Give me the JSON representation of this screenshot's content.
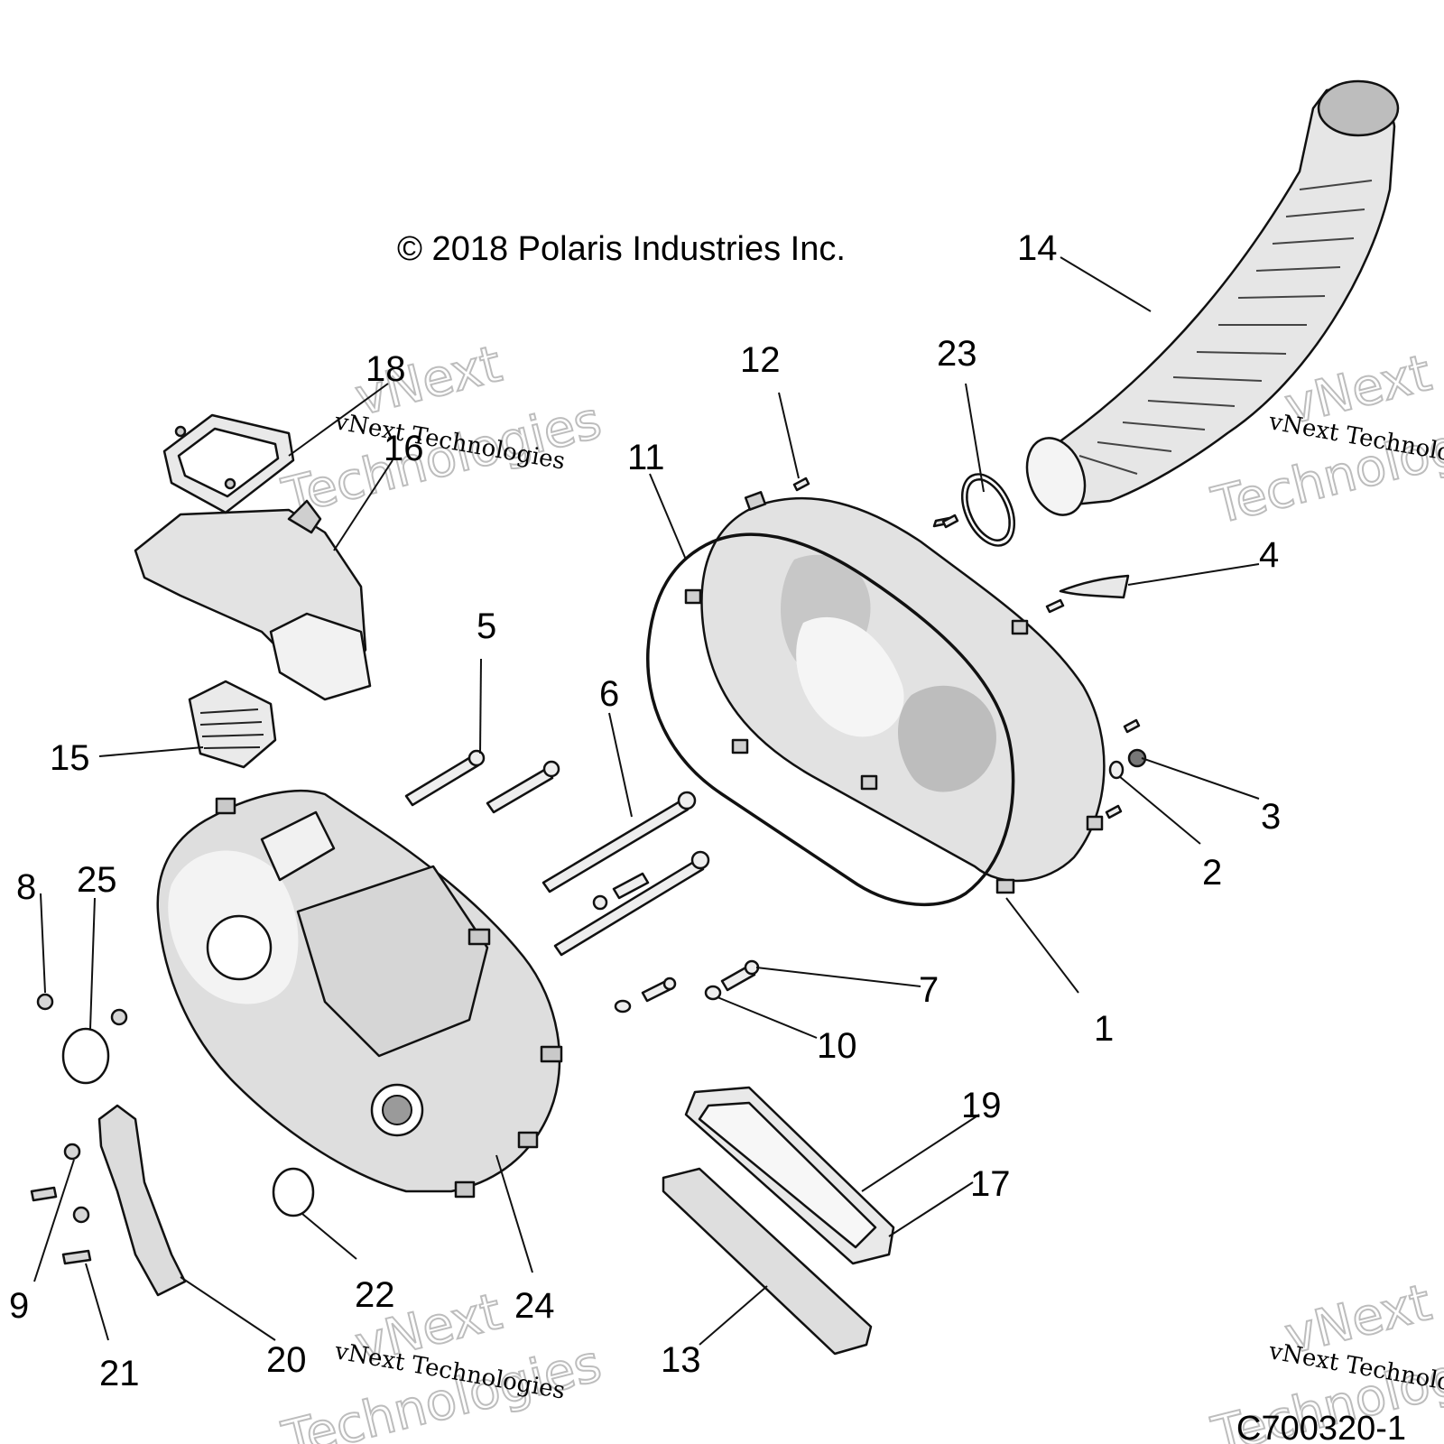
{
  "copyright": "© 2018 Polaris Industries Inc.",
  "part_number": "C700320-1",
  "watermark": {
    "line_small": "vNext Technologies",
    "line_brand": "vNext",
    "line_tech": "Technologies"
  },
  "callouts": [
    {
      "id": "c1",
      "label": "1"
    },
    {
      "id": "c2",
      "label": "2"
    },
    {
      "id": "c3",
      "label": "3"
    },
    {
      "id": "c4",
      "label": "4"
    },
    {
      "id": "c5",
      "label": "5"
    },
    {
      "id": "c6",
      "label": "6"
    },
    {
      "id": "c7",
      "label": "7"
    },
    {
      "id": "c8",
      "label": "8"
    },
    {
      "id": "c9",
      "label": "9"
    },
    {
      "id": "c10",
      "label": "10"
    },
    {
      "id": "c11",
      "label": "11"
    },
    {
      "id": "c12",
      "label": "12"
    },
    {
      "id": "c13",
      "label": "13"
    },
    {
      "id": "c14",
      "label": "14"
    },
    {
      "id": "c15",
      "label": "15"
    },
    {
      "id": "c16",
      "label": "16"
    },
    {
      "id": "c17",
      "label": "17"
    },
    {
      "id": "c18",
      "label": "18"
    },
    {
      "id": "c19",
      "label": "19"
    },
    {
      "id": "c20",
      "label": "20"
    },
    {
      "id": "c21",
      "label": "21"
    },
    {
      "id": "c22",
      "label": "22"
    },
    {
      "id": "c23",
      "label": "23"
    },
    {
      "id": "c24",
      "label": "24"
    },
    {
      "id": "c25",
      "label": "25"
    }
  ],
  "colors": {
    "line": "#111111",
    "part_fill_light": "#ececec",
    "part_fill_mid": "#cfcfcf",
    "part_fill_dark": "#a9a9a9",
    "watermark": "#bdbdbd"
  }
}
